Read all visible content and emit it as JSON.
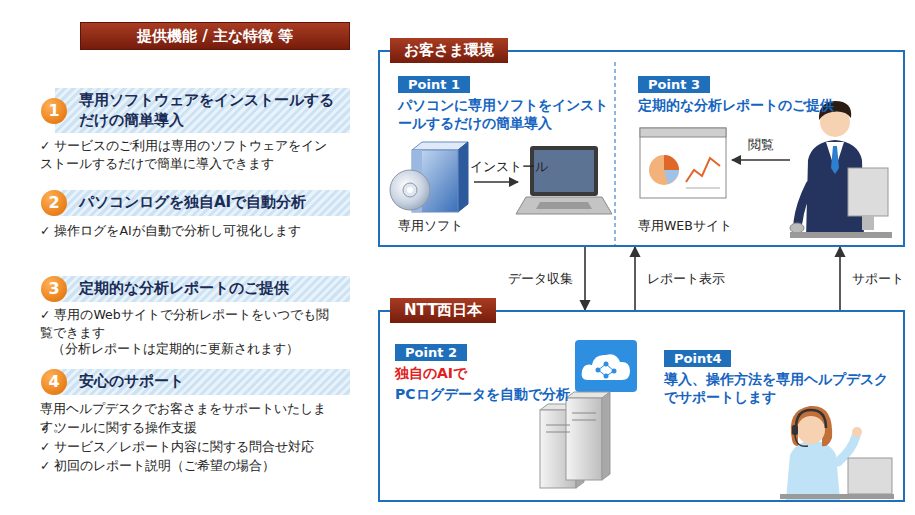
{
  "diagram": {
    "nodes": [
      {
        "text": [
          "提供機能 / 主な特徴 等"
        ]
      },
      {
        "text": [
          "1",
          "専用ソフトウェアをインストールするだけの簡単導入"
        ]
      },
      {
        "text": [
          "2",
          "パソコンログを独自AIで自動分析"
        ]
      },
      {
        "text": [
          "3",
          "定期的な分析レポートのご提供"
        ]
      },
      {
        "text": [
          "4",
          "安心のサポート"
        ]
      },
      {
        "text": [
          "お客さま環境"
        ]
      },
      {
        "text": [
          "Point 1",
          "パソコンに専用ソフトをインストールするだけの簡単導入"
        ],
        "in": 5
      },
      {
        "text": [
          "Point 3",
          "定期的な分析レポートのご提供"
        ],
        "in": 5
      },
      {
        "text": [
          "NTT西日本"
        ]
      },
      {
        "text": [
          "Point 2",
          "独自のAIで",
          "PCログデータを自動で分析"
        ],
        "in": 8
      },
      {
        "text": [
          "Point4",
          "導入、操作方法を専用ヘルプデスクでサポートします"
        ],
        "in": 8
      }
    ],
    "edges": [
      {
        "from": 5,
        "to": 8,
        "label": "データ収集",
        "arrow": "to"
      },
      {
        "from": 8,
        "to": 5,
        "label": "レポート表示",
        "arrow": "to"
      },
      {
        "from": 8,
        "to": 5,
        "label": "サポート",
        "arrow": "to"
      }
    ],
    "labels": [
      "✓ サービスのご利用は専用のソフトウェアをインストールするだけで簡単に導入できます",
      "✓ 操作ログをAIが自動で分析し可視化します",
      "✓ 専用のWebサイトで分析レポートをいつでも閲覧できます",
      "（分析レポートは定期的に更新されます）",
      "専用ヘルプデスクでお客さまをサポートいたします。",
      "✓ ツールに関する操作支援",
      "✓ サービス／レポート内容に関する問合せ対応",
      "✓ 初回のレポート説明（ご希望の場合）",
      "専用ソフト",
      "インストール",
      "専用WEBサイト",
      "閲覧"
    ]
  }
}
